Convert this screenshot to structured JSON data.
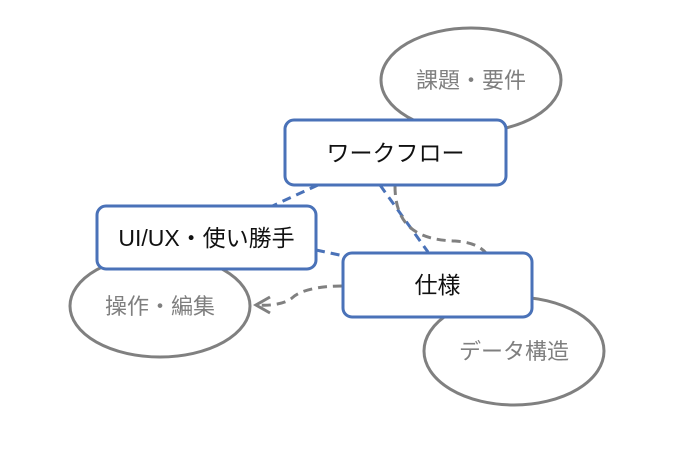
{
  "diagram": {
    "nodes": {
      "kadai": {
        "label": "課題・要件",
        "kind": "ellipse"
      },
      "workflow": {
        "label": "ワークフロー",
        "kind": "box"
      },
      "uiux": {
        "label": "UI/UX・使い勝手",
        "kind": "box"
      },
      "shiyou": {
        "label": "仕様",
        "kind": "box"
      },
      "sousa": {
        "label": "操作・編集",
        "kind": "ellipse"
      },
      "data": {
        "label": "データ構造",
        "kind": "ellipse"
      }
    },
    "edges": [
      {
        "from": "workflow",
        "to": "uiux",
        "style": "blue-dashed"
      },
      {
        "from": "workflow",
        "to": "shiyou",
        "style": "blue-dashed"
      },
      {
        "from": "uiux",
        "to": "shiyou",
        "style": "blue-dashed"
      },
      {
        "from": "workflow",
        "to": "shiyou",
        "style": "gray-dashed-curve"
      },
      {
        "from": "shiyou",
        "to": "sousa",
        "style": "gray-dashed-arrow"
      }
    ],
    "colors": {
      "box_border": "#4a72b8",
      "ellipse_border": "#808080",
      "ellipse_text": "#7f7f7f",
      "box_text": "#111111"
    }
  }
}
